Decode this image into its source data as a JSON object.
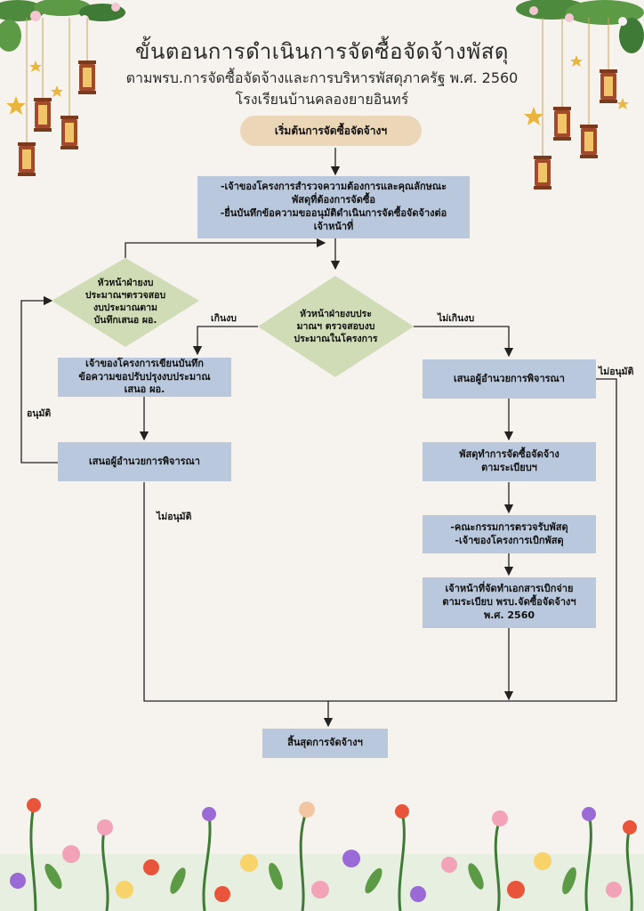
{
  "title": {
    "line1": "ขั้นตอนการดำเนินการจัดซื้อจัดจ้างพัสดุ",
    "line2": "ตามพรบ.การจัดซื้อจัดจ้างและการบริหารพัสดุภาครัฐ พ.ศ. 2560",
    "line3": "โรงเรียนบ้านคลองยายอินทร์"
  },
  "flow": {
    "start": "เริ่มต้นการจัดซื้อจัดจ้างฯ",
    "step1": "-เจ้าของโครงการสำรวจความต้องการและคุณลักษณะ\nพัสดุที่ต้องการจัดซื้อ\n-ยื่นบันทึกข้อความขออนุมัติดำเนินการจัดซื้อจัดจ้างต่อ\nเจ้าหน้าที่",
    "decision_main": "หัวหน้าฝ่ายงบประ\nมาณฯ ตรวจสอบงบ\nประมาณในโครงการ",
    "decision_left": "หัวหน้าฝ่ายงบ\nประมาณฯตรวจสอบ\nงบประมาณตาม\nบันทึกเสนอ ผอ.",
    "left_step1": "เจ้าของโครงการเขียนบันทึก\nข้อความขอปรับปรุงงบประมาณ\nเสนอ ผอ.",
    "left_step2": "เสนอผู้อำนวยการพิจารณา",
    "right_step1": "เสนอผู้อำนวยการพิจารณา",
    "right_step2": "พัสดุทำการจัดซื้อจัดจ้าง\nตามระเบียบฯ",
    "right_step3": "-คณะกรรมการตรวจรับพัสดุ\n-เจ้าของโครงการเบิกพัสดุ",
    "right_step4": "เจ้าหน้าที่จัดทำเอกสารเบิกจ่าย\nตามระเบียบ พรบ.จัดซื้อจัดจ้างฯ\nพ.ศ. 2560",
    "end": "สิ้นสุดการจัดจ้างฯ"
  },
  "labels": {
    "over_budget": "เกินงบ",
    "within_budget": "ไม่เกินงบ",
    "approved": "อนุมัติ",
    "not_approved_left": "ไม่อนุมัติ",
    "not_approved_right": "ไม่อนุมัติ"
  },
  "colors": {
    "box": "#b9c8dc",
    "diamond": "#cfdcb6",
    "pill": "#ecd6b8",
    "background": "#f6f3ee"
  }
}
